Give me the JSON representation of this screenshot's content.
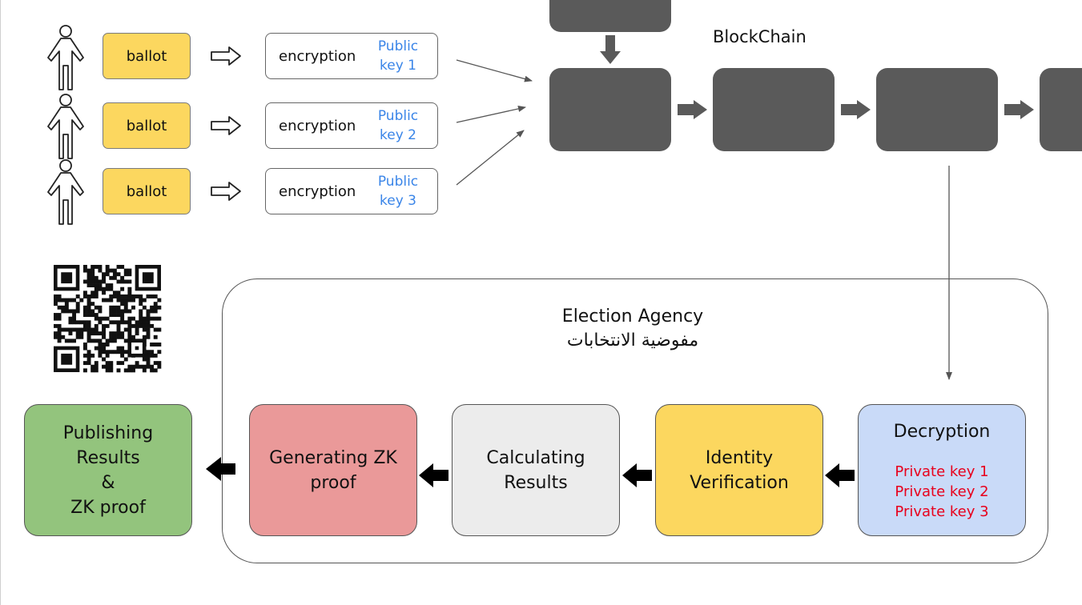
{
  "voters": [
    {
      "ballot_label": "ballot",
      "encryption_label": "encryption",
      "key_label_line1": "Public",
      "key_label_line2": "key 1"
    },
    {
      "ballot_label": "ballot",
      "encryption_label": "encryption",
      "key_label_line1": "Public",
      "key_label_line2": "key 2"
    },
    {
      "ballot_label": "ballot",
      "encryption_label": "encryption",
      "key_label_line1": "Public",
      "key_label_line2": "key 3"
    }
  ],
  "blockchain": {
    "title": "BlockChain"
  },
  "agency": {
    "title_en": "Election Agency",
    "title_ar": "مفوضية الانتخابات"
  },
  "steps": {
    "decryption": {
      "title": "Decryption",
      "keys": [
        "Private key 1",
        "Private key 2",
        "Private key 3"
      ]
    },
    "identity": {
      "line1": "Identity",
      "line2": "Verification"
    },
    "calculating": {
      "line1": "Calculating",
      "line2": "Results"
    },
    "generating": {
      "line1": "Generating ZK",
      "line2": "proof"
    },
    "publishing": {
      "line1": "Publishing",
      "line2": "Results",
      "line3": "&",
      "line4": "ZK proof"
    }
  },
  "colors": {
    "ballot": "#fcd75f",
    "block": "#5a5a5a",
    "public_key_text": "#3a85e8",
    "private_key_text": "#e8001c",
    "decryption_fill": "#c9daf8",
    "identity_fill": "#fcd75f",
    "calculating_fill": "#ececec",
    "generating_fill": "#ea9999",
    "publishing_fill": "#93c47d"
  },
  "icons": [
    "person-icon",
    "hollow-right-arrow-icon",
    "qr-code-icon",
    "down-arrow-icon",
    "right-arrow-icon",
    "left-arrow-icon"
  ]
}
